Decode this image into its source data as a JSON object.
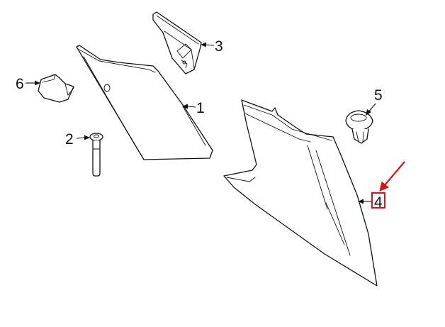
{
  "callouts": [
    {
      "id": "1",
      "label": "1"
    },
    {
      "id": "2",
      "label": "2"
    },
    {
      "id": "3",
      "label": "3"
    },
    {
      "id": "4",
      "label": "4"
    },
    {
      "id": "5",
      "label": "5"
    },
    {
      "id": "6",
      "label": "6"
    }
  ],
  "highlight": {
    "target": "4",
    "box_color": "#e01010",
    "arrow_color": "#e01010"
  },
  "colors": {
    "line": "#111111",
    "background": "#ffffff"
  }
}
